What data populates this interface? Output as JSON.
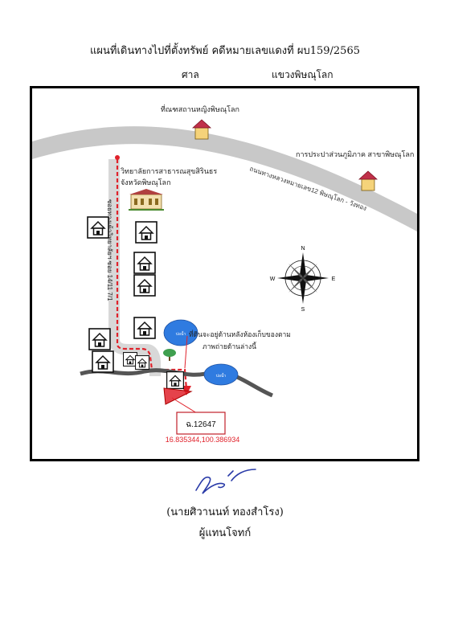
{
  "header": {
    "title": "แผนที่เดินทางไปที่ตั้งทรัพย์ คดีหมายเลขแดงที่ ผบ159/2565",
    "court_label": "ศาล",
    "district": "แขวงพิษณุโลก"
  },
  "map": {
    "landmarks": {
      "post_office": "ที่ณฑสถานหญิงพิษณุโลก",
      "water_authority": "การประปาส่วนภูมิภาค สาขาพิษณุโลก",
      "college_line1": "วิทยาลัยการสาธารณสุขสิรินธร",
      "college_line2": "จังหวัดพิษณุโลก"
    },
    "road_main": "ถนนทางหลวงหมายเลข12 พิษณุโลก - วังทอง",
    "road_side": "ซอยทางเข้าวิทยาลัยฯ ซอย 14/11 7/1",
    "pond_label": "บ่อน้ำ",
    "note_line1": "ที่ดินจะอยู่ด้านหลังห้องเก็บของตาม",
    "note_line2": "ภาพถ่ายด้านล่างนี้",
    "deed_label": "ฉ.12647",
    "coordinates": "16.835344,100.386934",
    "compass": {
      "n": "N",
      "s": "S",
      "e": "E",
      "w": "W"
    },
    "colors": {
      "road": "#c8c8c8",
      "route": "#e0222b",
      "plot": "#e0222b",
      "pond": "#2f7be0",
      "river": "#555555"
    }
  },
  "signature": {
    "name": "(นายศิวานนท์ ทองสำโรง)",
    "role": "ผู้แทนโจทก์"
  }
}
